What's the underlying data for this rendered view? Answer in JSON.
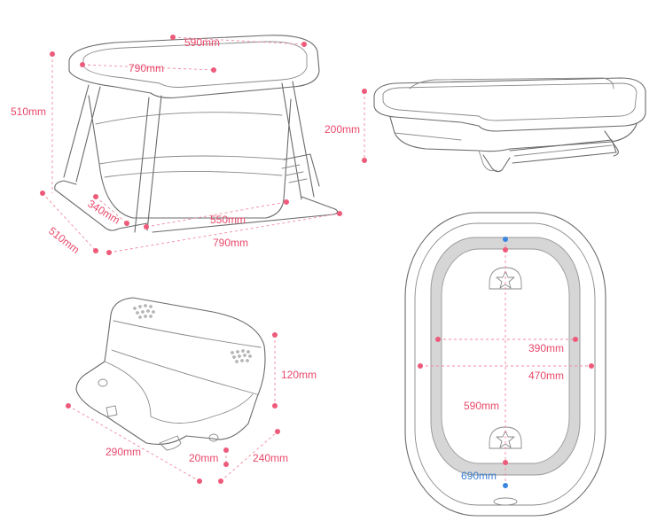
{
  "dimensions": {
    "top_rim_width": "590mm",
    "top_rim_length": "790mm",
    "height": "510mm",
    "base_depth": "510mm",
    "stand_inner": "340mm",
    "tub_bottom_length": "550mm",
    "base_length": "790mm",
    "folded_height": "200mm",
    "stool_height": "120mm",
    "stool_length": "290mm",
    "stool_depth": "240mm",
    "stool_foot": "20mm",
    "inner_width": "390mm",
    "outer_width": "470mm",
    "inner_length": "590mm",
    "outer_length": "690mm"
  },
  "colors": {
    "dimension_text": "#e8486a",
    "dimension_points": "#ee5a7a",
    "outer_length_marker": "#3a86e0",
    "line_art": "#6b6b6b"
  },
  "icons": [
    "bathtub-with-stand",
    "folded-bathtub",
    "bath-stool",
    "bathtub-top-view",
    "star-drain-icon"
  ]
}
